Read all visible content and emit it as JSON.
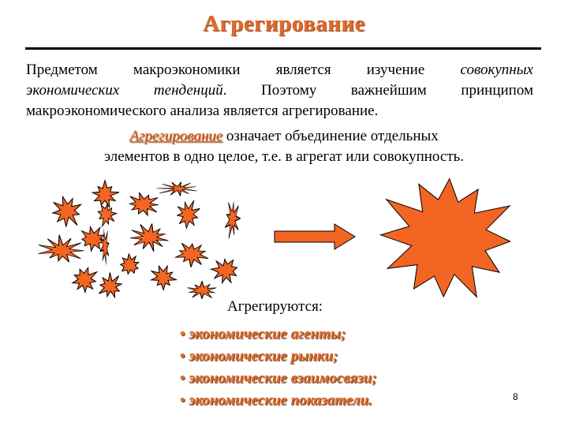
{
  "title": "Агрегирование",
  "paragraph": {
    "line1_pre": "Предметом макроэкономики является изучение ",
    "line1_em": "совокупных",
    "line2_em": "экономических тенденций",
    "line2_post": ". Поэтому важнейшим принципом",
    "line3": "макроэкономического анализа является агрегирование."
  },
  "definition": {
    "term": "Агрегирование",
    "line1_rest": " означает объединение отдельных",
    "line2": "элементов в одно целое, т.е. в агрегат или совокупность."
  },
  "list": {
    "heading": "Агрегируются:",
    "bullet": "•",
    "items": [
      "экономические агенты;",
      "экономические рынки;",
      "экономические взаимосвязи;",
      "экономические показатели."
    ]
  },
  "page_number": "8",
  "colors": {
    "accent": "#e06a2a",
    "star_fill": "#f26522",
    "star_stroke": "#000000"
  },
  "illustration": {
    "left_group": "small-stars",
    "arrow": "right-arrow",
    "right_shape": "large-star"
  }
}
